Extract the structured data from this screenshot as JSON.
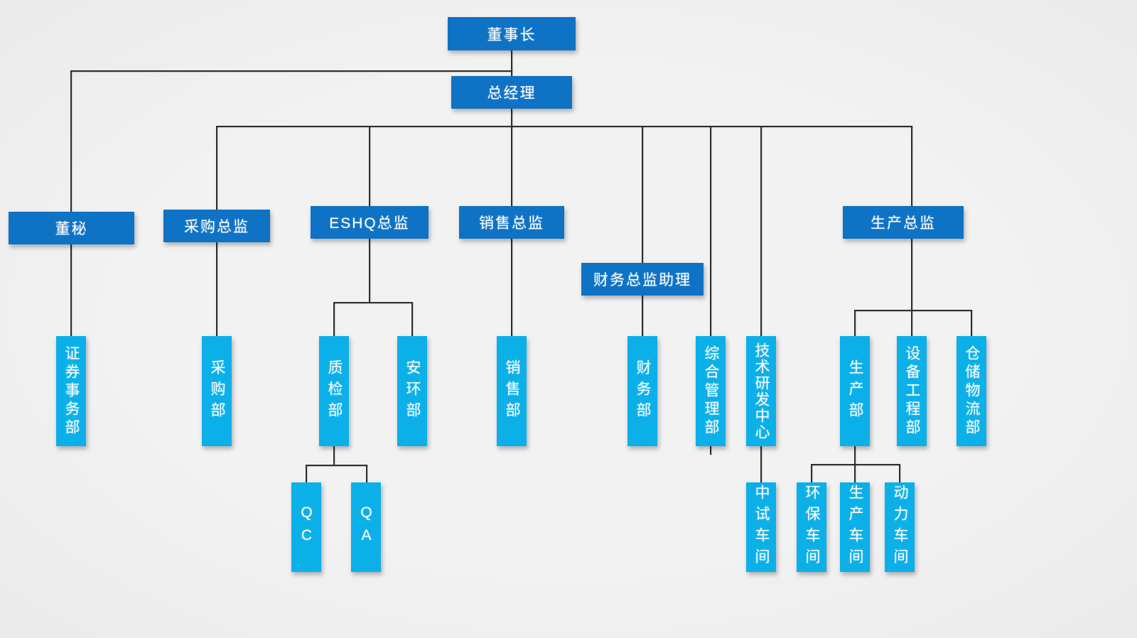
{
  "palette": {
    "dark_blue": "#0e72c5",
    "light_blue": "#0cb0e9",
    "line_color": "#2e2e2e",
    "background": "#f0f0f0",
    "text_color": "#ffffff"
  },
  "org_chart": {
    "nodes": {
      "chairman": {
        "label": "董事长",
        "tier": "leadership"
      },
      "general_manager": {
        "label": "总经理",
        "tier": "leadership"
      },
      "board_secretary": {
        "label": "董秘",
        "tier": "leadership"
      },
      "procurement_director": {
        "label": "采购总监",
        "tier": "leadership"
      },
      "eshq_director": {
        "label": "ESHQ总监",
        "tier": "leadership"
      },
      "sales_director": {
        "label": "销售总监",
        "tier": "leadership"
      },
      "finance_director_assistant": {
        "label": "财务总监助理",
        "tier": "leadership"
      },
      "production_director": {
        "label": "生产总监",
        "tier": "leadership"
      },
      "securities_affairs_dept": {
        "label": "证券事务部",
        "tier": "department"
      },
      "procurement_dept": {
        "label": "采购部",
        "tier": "department"
      },
      "quality_inspection_dept": {
        "label": "质检部",
        "tier": "department"
      },
      "safety_environment_dept": {
        "label": "安环部",
        "tier": "department"
      },
      "sales_dept": {
        "label": "销售部",
        "tier": "department"
      },
      "finance_dept": {
        "label": "财务部",
        "tier": "department"
      },
      "general_management_dept": {
        "label": "综合管理部",
        "tier": "department"
      },
      "tech_rd_center": {
        "label": "技术研发中心",
        "tier": "department"
      },
      "production_dept": {
        "label": "生产部",
        "tier": "department"
      },
      "equipment_engineering_dept": {
        "label": "设备工程部",
        "tier": "department"
      },
      "warehouse_logistics_dept": {
        "label": "仓储物流部",
        "tier": "department"
      },
      "qc": {
        "label": "QC",
        "tier": "sub-unit"
      },
      "qa": {
        "label": "QA",
        "tier": "sub-unit"
      },
      "pilot_workshop": {
        "label": "中试车间",
        "tier": "sub-unit"
      },
      "environmental_workshop": {
        "label": "环保车间",
        "tier": "sub-unit"
      },
      "production_workshop": {
        "label": "生产车间",
        "tier": "sub-unit"
      },
      "power_workshop": {
        "label": "动力车间",
        "tier": "sub-unit"
      }
    },
    "edges": [
      {
        "from": "chairman",
        "to": "general_manager"
      },
      {
        "from": "chairman",
        "to": "board_secretary"
      },
      {
        "from": "board_secretary",
        "to": "securities_affairs_dept"
      },
      {
        "from": "general_manager",
        "to": "procurement_director"
      },
      {
        "from": "general_manager",
        "to": "eshq_director"
      },
      {
        "from": "general_manager",
        "to": "sales_director"
      },
      {
        "from": "general_manager",
        "to": "finance_director_assistant"
      },
      {
        "from": "general_manager",
        "to": "general_management_dept"
      },
      {
        "from": "general_manager",
        "to": "tech_rd_center"
      },
      {
        "from": "general_manager",
        "to": "production_director"
      },
      {
        "from": "procurement_director",
        "to": "procurement_dept"
      },
      {
        "from": "eshq_director",
        "to": "quality_inspection_dept"
      },
      {
        "from": "eshq_director",
        "to": "safety_environment_dept"
      },
      {
        "from": "quality_inspection_dept",
        "to": "qc"
      },
      {
        "from": "quality_inspection_dept",
        "to": "qa"
      },
      {
        "from": "sales_director",
        "to": "sales_dept"
      },
      {
        "from": "finance_director_assistant",
        "to": "finance_dept"
      },
      {
        "from": "tech_rd_center",
        "to": "pilot_workshop"
      },
      {
        "from": "production_director",
        "to": "production_dept"
      },
      {
        "from": "production_director",
        "to": "equipment_engineering_dept"
      },
      {
        "from": "production_director",
        "to": "warehouse_logistics_dept"
      },
      {
        "from": "production_dept",
        "to": "environmental_workshop"
      },
      {
        "from": "production_dept",
        "to": "production_workshop"
      },
      {
        "from": "production_dept",
        "to": "power_workshop"
      }
    ]
  }
}
